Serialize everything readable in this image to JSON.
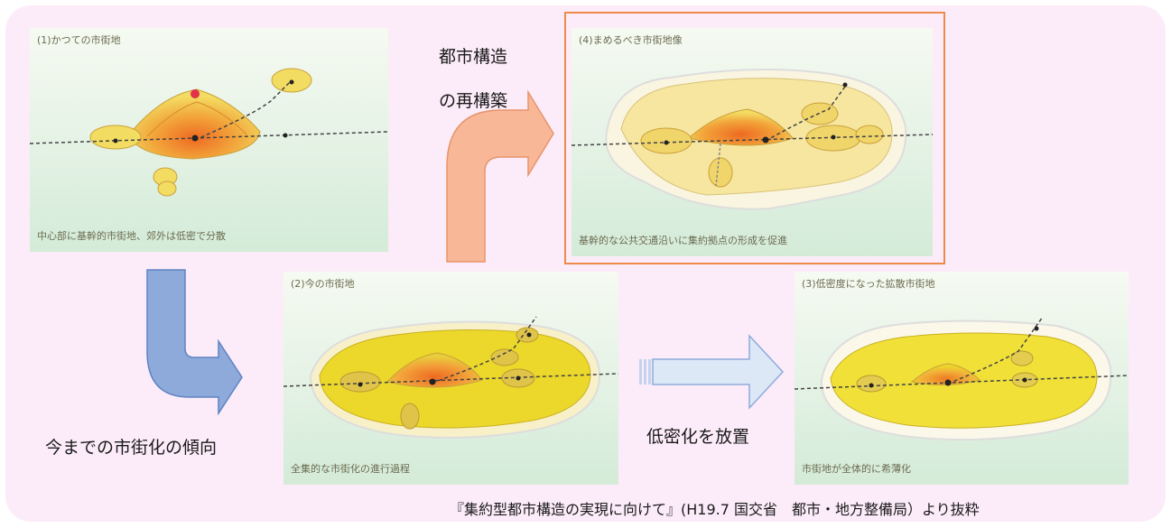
{
  "panels": {
    "p1": {
      "title": "(1)かつての市街地",
      "caption": "中心部に基幹的市街地、郊外は低密で分散"
    },
    "p2": {
      "title": "(2)今の市街地",
      "caption": "全集的な市街化の進行過程"
    },
    "p3": {
      "title": "(3)低密度になった拡散市街地",
      "caption": "市街地が全体的に希薄化"
    },
    "p4": {
      "title": "(4)まめるべき市街地像",
      "caption": "基幹的な公共交通沿いに集約拠点の形成を促進"
    }
  },
  "labels": {
    "rebuild_line1": "都市構造",
    "rebuild_line2": "の再構築",
    "trend": "今までの市街化の傾向",
    "neglect": "低密化を放置"
  },
  "source": "『集約型都市構造の実現に向けて』(H19.7 国交省　都市・地方整備局）より抜粋",
  "colors": {
    "background": "#fcecf9",
    "highlight_border": "#ee8a4a",
    "arrow_rebuild": "#f8b898",
    "arrow_trend": "#8eaadb",
    "arrow_neglect": "#dde8f7"
  }
}
